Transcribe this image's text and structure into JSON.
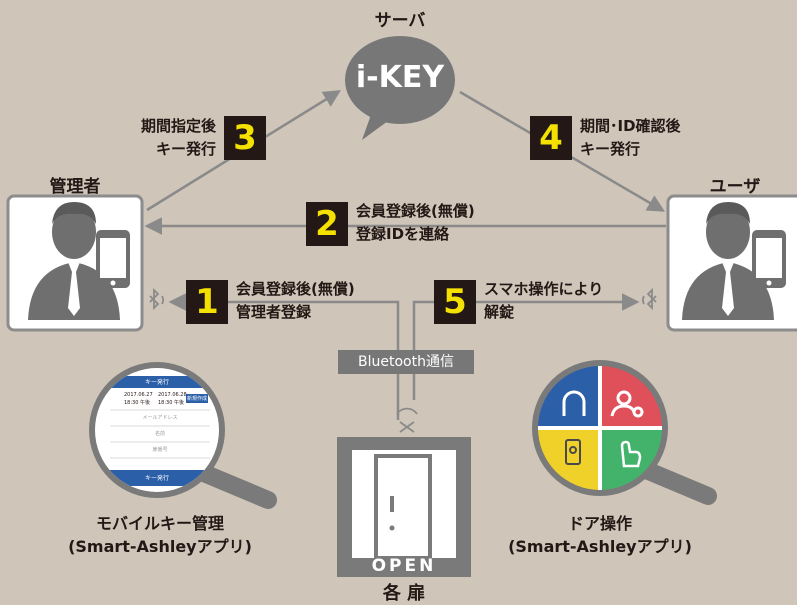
{
  "server": {
    "label": "サーバ",
    "name": "i-KEY"
  },
  "admin": {
    "label": "管理者"
  },
  "user": {
    "label": "ユーザ"
  },
  "steps": [
    {
      "num": "1",
      "line1": "会員登録後(無償)",
      "line2": "管理者登録"
    },
    {
      "num": "2",
      "line1": "会員登録後(無償)",
      "line2": "登録IDを連絡"
    },
    {
      "num": "3",
      "line1": "期間指定後",
      "line2": "キー発行"
    },
    {
      "num": "4",
      "line1": "期間･ID確認後",
      "line2": "キー発行"
    },
    {
      "num": "5",
      "line1": "スマホ操作により",
      "line2": "解錠"
    }
  ],
  "bluetooth_label": "Bluetooth通信",
  "door": {
    "open_label": "OPEN",
    "caption": "各 扉"
  },
  "mobile_app": {
    "line1": "モバイルキー管理",
    "line2": "(Smart-Ashleyアプリ)",
    "screen": {
      "header": "キー発行",
      "date_from": "2017.06.27",
      "time_from": "18:30 午後",
      "date_to": "2017.06.28",
      "time_to": "18:30 午後",
      "confirm": "新規作成",
      "field1": "メールアドレス",
      "field2": "名前",
      "field3": "扉番号",
      "button": "キー発行"
    }
  },
  "door_app": {
    "line1": "ドア操作",
    "line2": "(Smart-Ashleyアプリ)"
  },
  "colors": {
    "background": "#cfc5b8",
    "bubble": "#777777",
    "dark": "#231815",
    "number": "#f5e100",
    "arrow": "#8a8a8a",
    "person": "#6f6f6f",
    "app_blue": "#2b5fa8",
    "app_red": "#e0505a",
    "app_yellow": "#f0d12a",
    "app_green": "#43b36c"
  }
}
